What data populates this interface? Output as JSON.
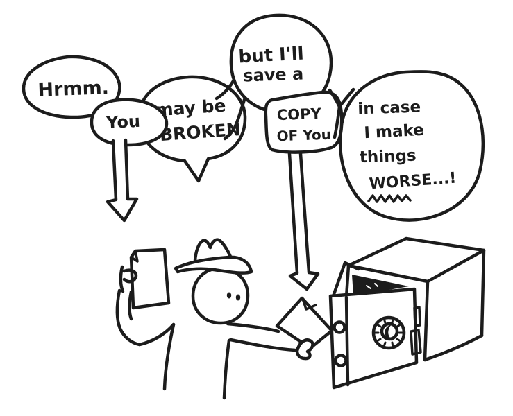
{
  "scene": {
    "description": "Hand-drawn cartoon: a person in a hat inspects a document (You may be broken) and stores a copy of it inside an open safe with a combination dial",
    "ink_color": "#1c1c1c",
    "background_color": "#ffffff"
  },
  "speech": {
    "hrmm": "Hrmm.",
    "you": "You",
    "maybe_line1": "may be",
    "maybe_line2": "BROKEN",
    "save_line1": "but I'll",
    "save_line2": "save a",
    "copy_line1": "COPY",
    "copy_line2": "OF You",
    "incase_line1": "in case",
    "incase_line2": "I make",
    "incase_line3": "things",
    "incase_line4": "WORSE...!"
  }
}
